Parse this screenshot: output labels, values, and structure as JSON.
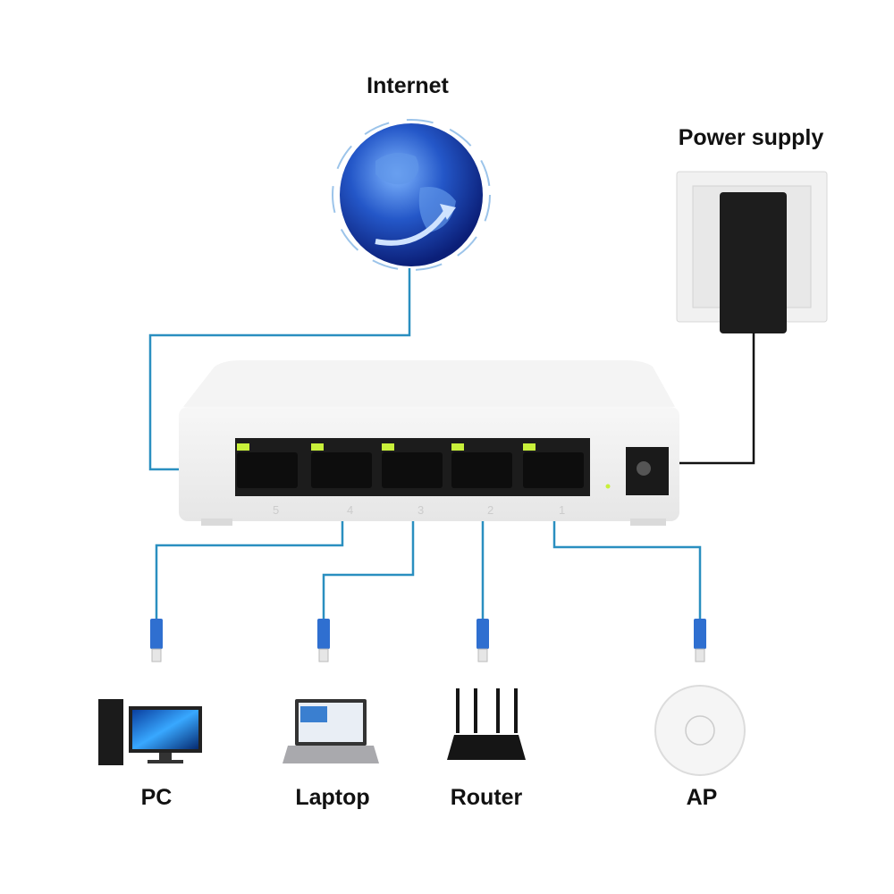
{
  "labels": {
    "internet": "Internet",
    "power_supply": "Power supply",
    "pc": "PC",
    "laptop": "Laptop",
    "router": "Router",
    "ap": "AP"
  },
  "ports": [
    "5",
    "4",
    "3",
    "2",
    "1"
  ],
  "colors": {
    "cable": "#2a8fc0",
    "power_cable": "#111111",
    "led": "#c8f03a",
    "globe": "#1e4fb8",
    "connector": "#2f6fd0"
  }
}
